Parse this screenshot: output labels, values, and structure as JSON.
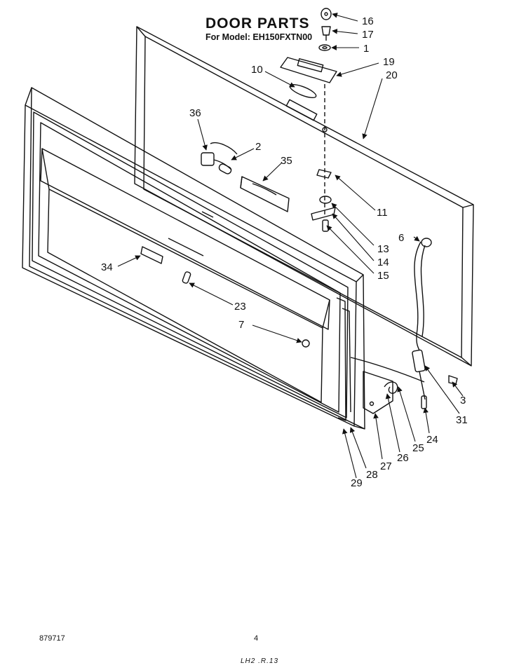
{
  "header": {
    "title": "DOOR PARTS",
    "model": "For Model: EH150FXTN00"
  },
  "footer": {
    "left": "879717",
    "page": "4",
    "bottom": "LH2 .R.13"
  },
  "callouts": [
    "16",
    "17",
    "1",
    "19",
    "20",
    "10",
    "36",
    "2",
    "35",
    "11",
    "6",
    "13",
    "14",
    "15",
    "34",
    "23",
    "7",
    "3",
    "31",
    "24",
    "25",
    "26",
    "27",
    "28",
    "29"
  ]
}
